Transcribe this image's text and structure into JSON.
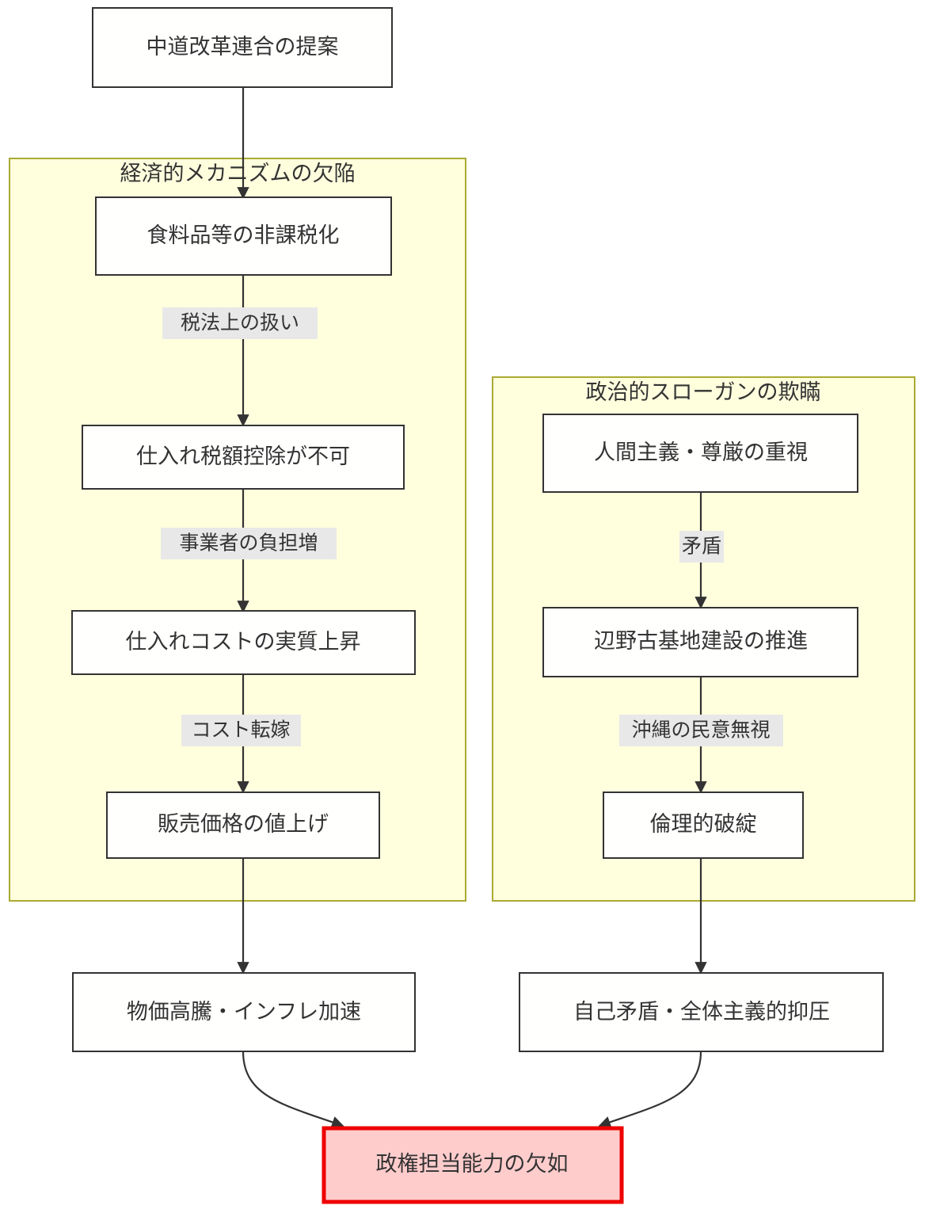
{
  "diagram": {
    "type": "flowchart",
    "direction": "top-down",
    "colors": {
      "node_fill": "#ffffff",
      "node_stroke": "#333333",
      "cluster_fill": "#ffffde",
      "cluster_stroke": "#aaaa33",
      "final_node_fill": "#ffcccc",
      "final_node_stroke": "#ee0000",
      "edge_stroke": "#333333",
      "edge_label_bg": "#e8e8e8",
      "text": "#333333"
    },
    "root_node": {
      "id": "proposal",
      "label": "中道改革連合の提案"
    },
    "clusters": [
      {
        "id": "economic",
        "label": "経済的メカニズムの欠陥",
        "nodes": [
          {
            "id": "econ1",
            "label": "食料品等の非課税化"
          },
          {
            "id": "econ2",
            "label": "仕入れ税額控除が不可"
          },
          {
            "id": "econ3",
            "label": "仕入れコストの実質上昇"
          },
          {
            "id": "econ4",
            "label": "販売価格の値上げ"
          }
        ],
        "edge_labels": [
          {
            "id": "econ_e1",
            "label": "税法上の扱い"
          },
          {
            "id": "econ_e2",
            "label": "事業者の負担増"
          },
          {
            "id": "econ_e3",
            "label": "コスト転嫁"
          }
        ]
      },
      {
        "id": "political",
        "label": "政治的スローガンの欺瞞",
        "nodes": [
          {
            "id": "pol1",
            "label": "人間主義・尊厳の重視"
          },
          {
            "id": "pol2",
            "label": "辺野古基地建設の推進"
          },
          {
            "id": "pol3",
            "label": "倫理的破綻"
          }
        ],
        "edge_labels": [
          {
            "id": "pol_e1",
            "label": "矛盾"
          },
          {
            "id": "pol_e2",
            "label": "沖縄の民意無視"
          }
        ]
      }
    ],
    "outcome_nodes": [
      {
        "id": "out_left",
        "label": "物価高騰・インフレ加速"
      },
      {
        "id": "out_right",
        "label": "自己矛盾・全体主義的抑圧"
      }
    ],
    "final_node": {
      "id": "final",
      "label": "政権担当能力の欠如"
    }
  }
}
